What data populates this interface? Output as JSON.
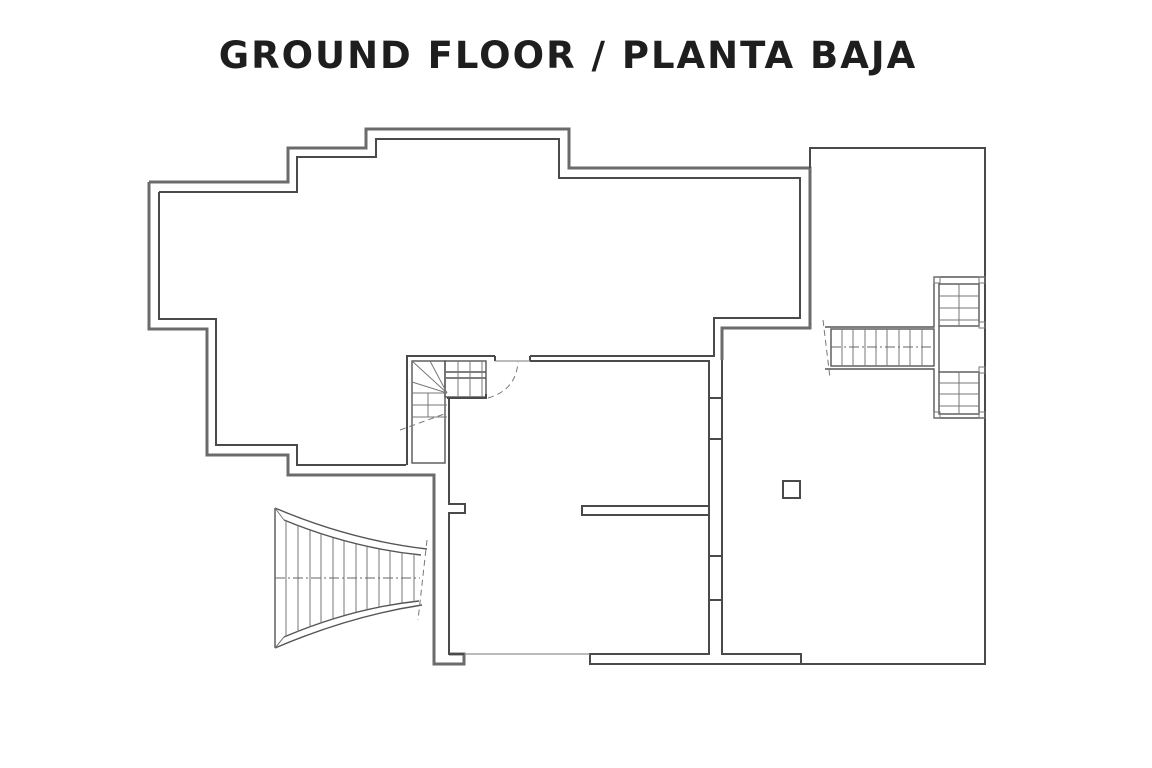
{
  "header": {
    "title": "GROUND FLOOR / PLANTA BAJA"
  },
  "plan": {
    "type": "architectural floor plan",
    "line_color": "#6b6b6b",
    "background": "#ffffff",
    "elements": [
      {
        "name": "main-upper-hall",
        "kind": "room"
      },
      {
        "name": "interior-spiral-stair",
        "kind": "stair"
      },
      {
        "name": "lower-middle-room-north",
        "kind": "room"
      },
      {
        "name": "lower-middle-room-south",
        "kind": "room"
      },
      {
        "name": "east-terrace",
        "kind": "open-area"
      },
      {
        "name": "east-double-stair",
        "kind": "stair"
      },
      {
        "name": "west-fan-stair",
        "kind": "stair"
      },
      {
        "name": "column",
        "kind": "structure"
      }
    ]
  }
}
